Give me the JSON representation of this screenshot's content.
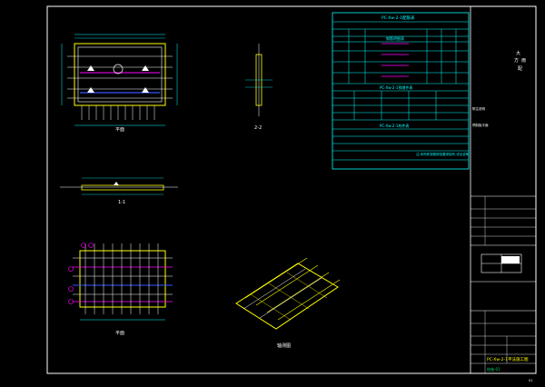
{
  "drawing": {
    "views": {
      "plan_top_label": "平面",
      "section_22_label": "2-2",
      "section_11_label": "1-1",
      "plan_bottom_label": "平面",
      "iso_label": "轴测图"
    },
    "top_table": {
      "title": "PC-Xw-2-1配筋表",
      "sub_title": "钢筋明细表",
      "table2_title": "PC-Xw-2-1预埋件表",
      "table3_title": "PC-Xw-2-1构件表",
      "note": "注:本构件按照规范要求制作,详见说明"
    },
    "right_panel": {
      "char1": "大",
      "char2": "方",
      "char3": "雨",
      "char4": "配",
      "caption": "附注说明",
      "small_note": "预制板平面"
    },
    "title_block": {
      "drawing_title": "PC-Xw-2-1平法施工图",
      "drawing_no": "结施-01",
      "page": "01"
    }
  },
  "colors": {
    "cyan": "#00ffff",
    "yellow": "#ffff00",
    "white": "#ffffff",
    "magenta": "#ff00ff",
    "blue": "#3355ff",
    "green": "#00cc66"
  }
}
